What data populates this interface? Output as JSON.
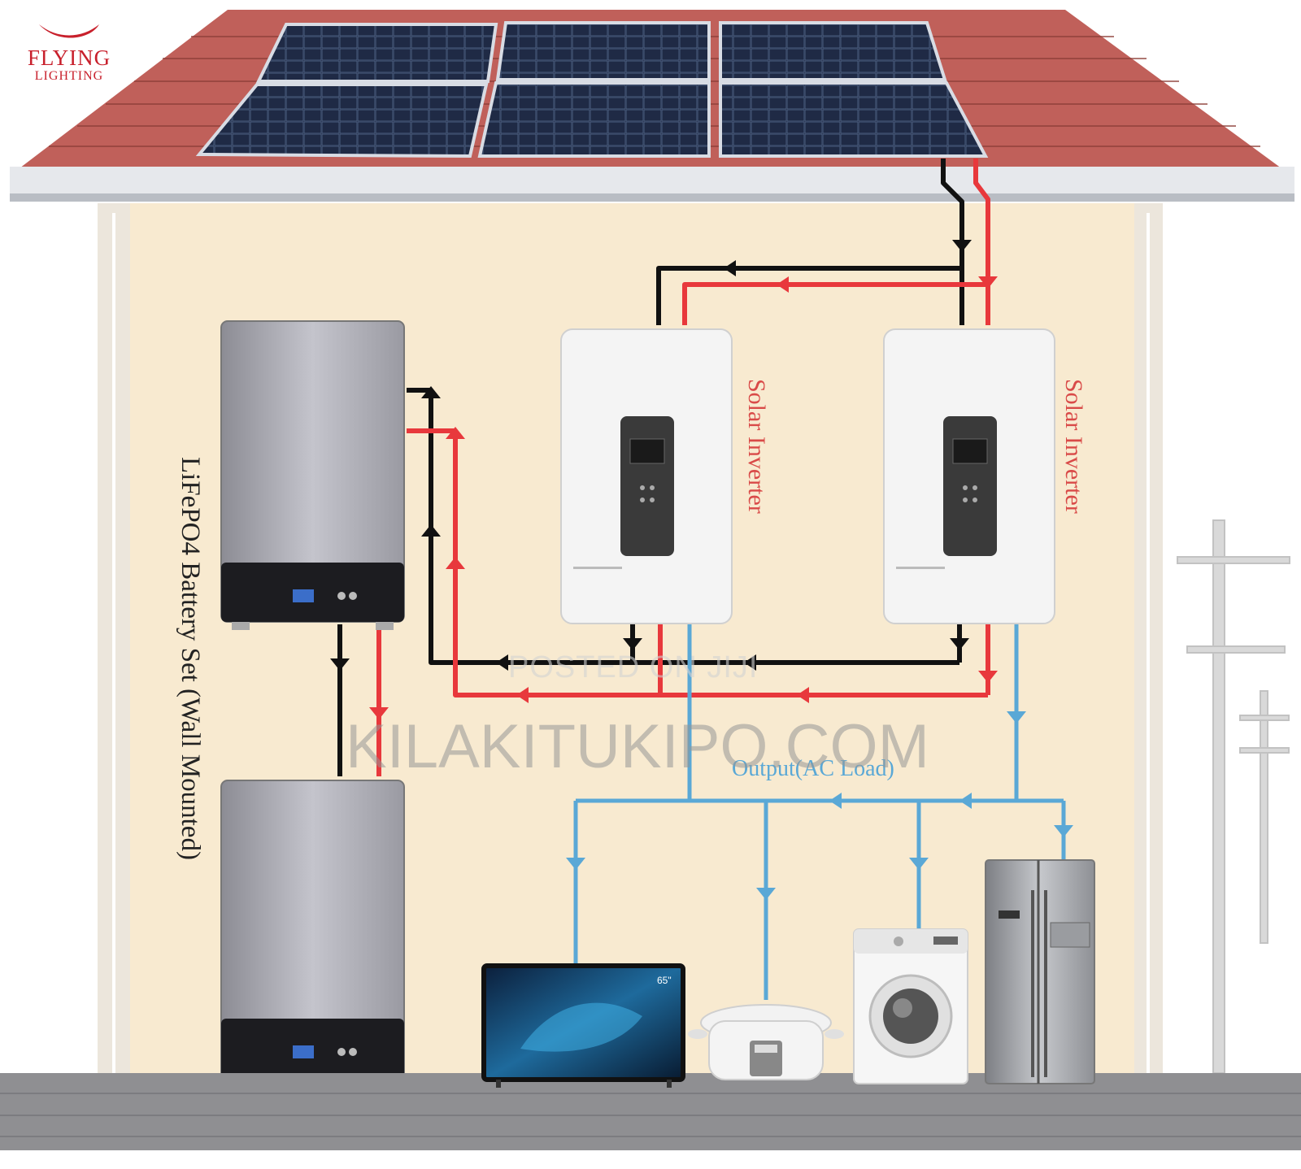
{
  "brand": {
    "line1": "FLYING",
    "line2": "LIGHTING"
  },
  "labels": {
    "battery": "LiFePO4 Battery Set (Wall Mounted)",
    "inverter_left": "Solar Inverter",
    "inverter_right": "Solar Inverter",
    "output": "Output(AC Load)"
  },
  "watermarks": {
    "posted": "POSTED ON JIJI",
    "site": "KILAKITUKIPO.COM"
  },
  "appliances": {
    "tv_badge": "65\""
  },
  "colors": {
    "dc_negative": "#111111",
    "dc_positive": "#e8383c",
    "ac_output": "#5aa8d6",
    "roof": "#c0605a",
    "wall": "#f8ead0"
  },
  "appliance_icons": [
    "tv-icon",
    "rice-cooker-icon",
    "washing-machine-icon",
    "refrigerator-icon",
    "utility-pole-icon"
  ]
}
